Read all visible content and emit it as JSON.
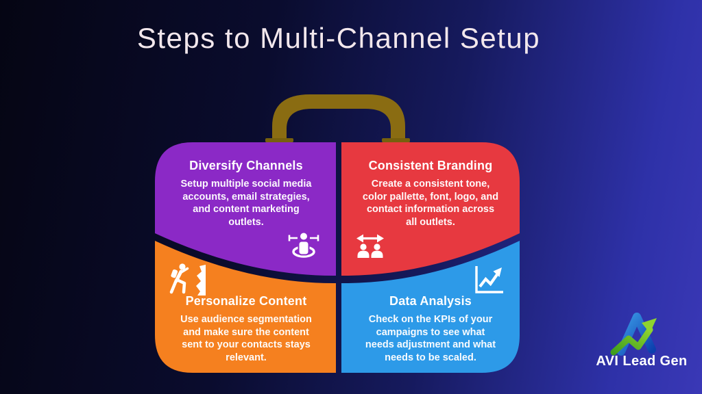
{
  "title": "Steps to Multi-Channel Setup",
  "title_color": "#f2e7ec",
  "background": {
    "gradient_start": "#050513",
    "gradient_end": "#3a38b6"
  },
  "handle": {
    "color": "#8a6c12",
    "base_color": "#77600d"
  },
  "panels": [
    {
      "id": "diversify-channels",
      "title": "Diversify Channels",
      "body": "Setup multiple social media\naccounts, email strategies,\nand content marketing\noutlets.",
      "color": "#8b29c6",
      "icon": "person-focus-icon"
    },
    {
      "id": "consistent-branding",
      "title": "Consistent Branding",
      "body": "Create a consistent tone,\ncolor pallette, font, logo, and\ncontact information across\nall outlets.",
      "color": "#e73940",
      "icon": "people-arrows-icon"
    },
    {
      "id": "personalize-content",
      "title": "Personalize Content",
      "body": "Use audience segmentation\nand make sure the content\nsent to your contacts stays\nrelevant.",
      "color": "#f5801f",
      "icon": "person-climbing-icon"
    },
    {
      "id": "data-analysis",
      "title": "Data Analysis",
      "body": "Check on the KPIs of your\ncampaigns to see what\nneeds adjustment and what\nneeds to be scaled.",
      "color": "#2d9ae8",
      "icon": "chart-growth-icon"
    }
  ],
  "logo": {
    "text": "AVI Lead Gen",
    "mark_blue": "#1565d8",
    "mark_green": "#6abf23"
  }
}
